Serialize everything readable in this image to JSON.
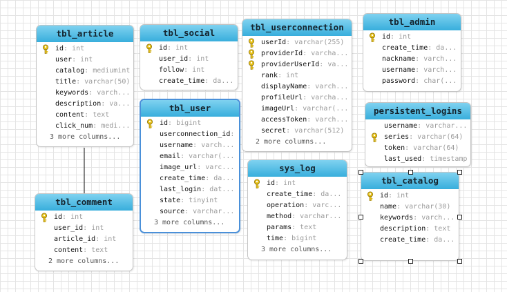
{
  "tables": [
    {
      "id": "tbl_article",
      "name": "tbl_article",
      "columns": [
        {
          "name": "id",
          "type": "int",
          "key": true
        },
        {
          "name": "user",
          "type": "int",
          "key": false
        },
        {
          "name": "catalog",
          "type": "mediumint",
          "key": false
        },
        {
          "name": "title",
          "type": "varchar(50)",
          "key": false
        },
        {
          "name": "keywords",
          "type": "varch...",
          "key": false
        },
        {
          "name": "description",
          "type": "va...",
          "key": false
        },
        {
          "name": "content",
          "type": "text",
          "key": false
        },
        {
          "name": "click_num",
          "type": "medi...",
          "key": false
        }
      ],
      "more": "3 more columns..."
    },
    {
      "id": "tbl_social",
      "name": "tbl_social",
      "columns": [
        {
          "name": "id",
          "type": "int",
          "key": true
        },
        {
          "name": "user_id",
          "type": "int",
          "key": false
        },
        {
          "name": "follow",
          "type": "int",
          "key": false
        },
        {
          "name": "create_time",
          "type": "da...",
          "key": false
        }
      ],
      "more": ""
    },
    {
      "id": "tbl_userconnection",
      "name": "tbl_userconnection",
      "columns": [
        {
          "name": "userId",
          "type": "varchar(255)",
          "key": true
        },
        {
          "name": "providerId",
          "type": "varcha...",
          "key": true
        },
        {
          "name": "providerUserId",
          "type": "va...",
          "key": true
        },
        {
          "name": "rank",
          "type": "int",
          "key": false
        },
        {
          "name": "displayName",
          "type": "varch...",
          "key": false
        },
        {
          "name": "profileUrl",
          "type": "varcha...",
          "key": false
        },
        {
          "name": "imageUrl",
          "type": "varchar(...",
          "key": false
        },
        {
          "name": "accessToken",
          "type": "varch...",
          "key": false
        },
        {
          "name": "secret",
          "type": "varchar(512)",
          "key": false
        }
      ],
      "more": "2 more columns..."
    },
    {
      "id": "tbl_admin",
      "name": "tbl_admin",
      "columns": [
        {
          "name": "id",
          "type": "int",
          "key": true
        },
        {
          "name": "create_time",
          "type": "da...",
          "key": false
        },
        {
          "name": "nackname",
          "type": "varch...",
          "key": false
        },
        {
          "name": "username",
          "type": "varch...",
          "key": false
        },
        {
          "name": "password",
          "type": "char(...",
          "key": false
        }
      ],
      "more": ""
    },
    {
      "id": "tbl_user",
      "name": "tbl_user",
      "columns": [
        {
          "name": "id",
          "type": "bigint",
          "key": true
        },
        {
          "name": "userconnection_id",
          "type": "...",
          "key": false
        },
        {
          "name": "username",
          "type": "varch...",
          "key": false
        },
        {
          "name": "email",
          "type": "varchar(...",
          "key": false
        },
        {
          "name": "image_url",
          "type": "varc...",
          "key": false
        },
        {
          "name": "create_time",
          "type": "da...",
          "key": false
        },
        {
          "name": "last_login",
          "type": "dat...",
          "key": false
        },
        {
          "name": "state",
          "type": "tinyint",
          "key": false
        },
        {
          "name": "source",
          "type": "varchar...",
          "key": false
        }
      ],
      "more": "3 more columns..."
    },
    {
      "id": "persistent_logins",
      "name": "persistent_logins",
      "columns": [
        {
          "name": "username",
          "type": "varchar...",
          "key": false
        },
        {
          "name": "series",
          "type": "varchar(64)",
          "key": true
        },
        {
          "name": "token",
          "type": "varchar(64)",
          "key": false
        },
        {
          "name": "last_used",
          "type": "timestamp",
          "key": false
        }
      ],
      "more": ""
    },
    {
      "id": "sys_log",
      "name": "sys_log",
      "columns": [
        {
          "name": "id",
          "type": "int",
          "key": true
        },
        {
          "name": "create_time",
          "type": "da...",
          "key": false
        },
        {
          "name": "operation",
          "type": "varc...",
          "key": false
        },
        {
          "name": "method",
          "type": "varchar...",
          "key": false
        },
        {
          "name": "params",
          "type": "text",
          "key": false
        },
        {
          "name": "time",
          "type": "bigint",
          "key": false
        }
      ],
      "more": "3 more columns..."
    },
    {
      "id": "tbl_catalog",
      "name": "tbl_catalog",
      "columns": [
        {
          "name": "id",
          "type": "int",
          "key": true
        },
        {
          "name": "name",
          "type": "varchar(30)",
          "key": false
        },
        {
          "name": "keywords",
          "type": "varch...",
          "key": false
        },
        {
          "name": "description",
          "type": "text",
          "key": false
        },
        {
          "name": "create_time",
          "type": "da...",
          "key": false
        }
      ],
      "more": ""
    },
    {
      "id": "tbl_comment",
      "name": "tbl_comment",
      "columns": [
        {
          "name": "id",
          "type": "int",
          "key": true
        },
        {
          "name": "user_id",
          "type": "int",
          "key": false
        },
        {
          "name": "article_id",
          "type": "int",
          "key": false
        },
        {
          "name": "content",
          "type": "text",
          "key": false
        }
      ],
      "more": "2 more columns..."
    }
  ],
  "relations": [
    {
      "from": "tbl_article",
      "to": "tbl_comment"
    }
  ],
  "selected": "tbl_catalog",
  "active": "tbl_user",
  "colors": {
    "header_top": "#7fd2f0",
    "header_bottom": "#38aedc",
    "key": "#e8c31c",
    "selection": "#4a90d9"
  }
}
